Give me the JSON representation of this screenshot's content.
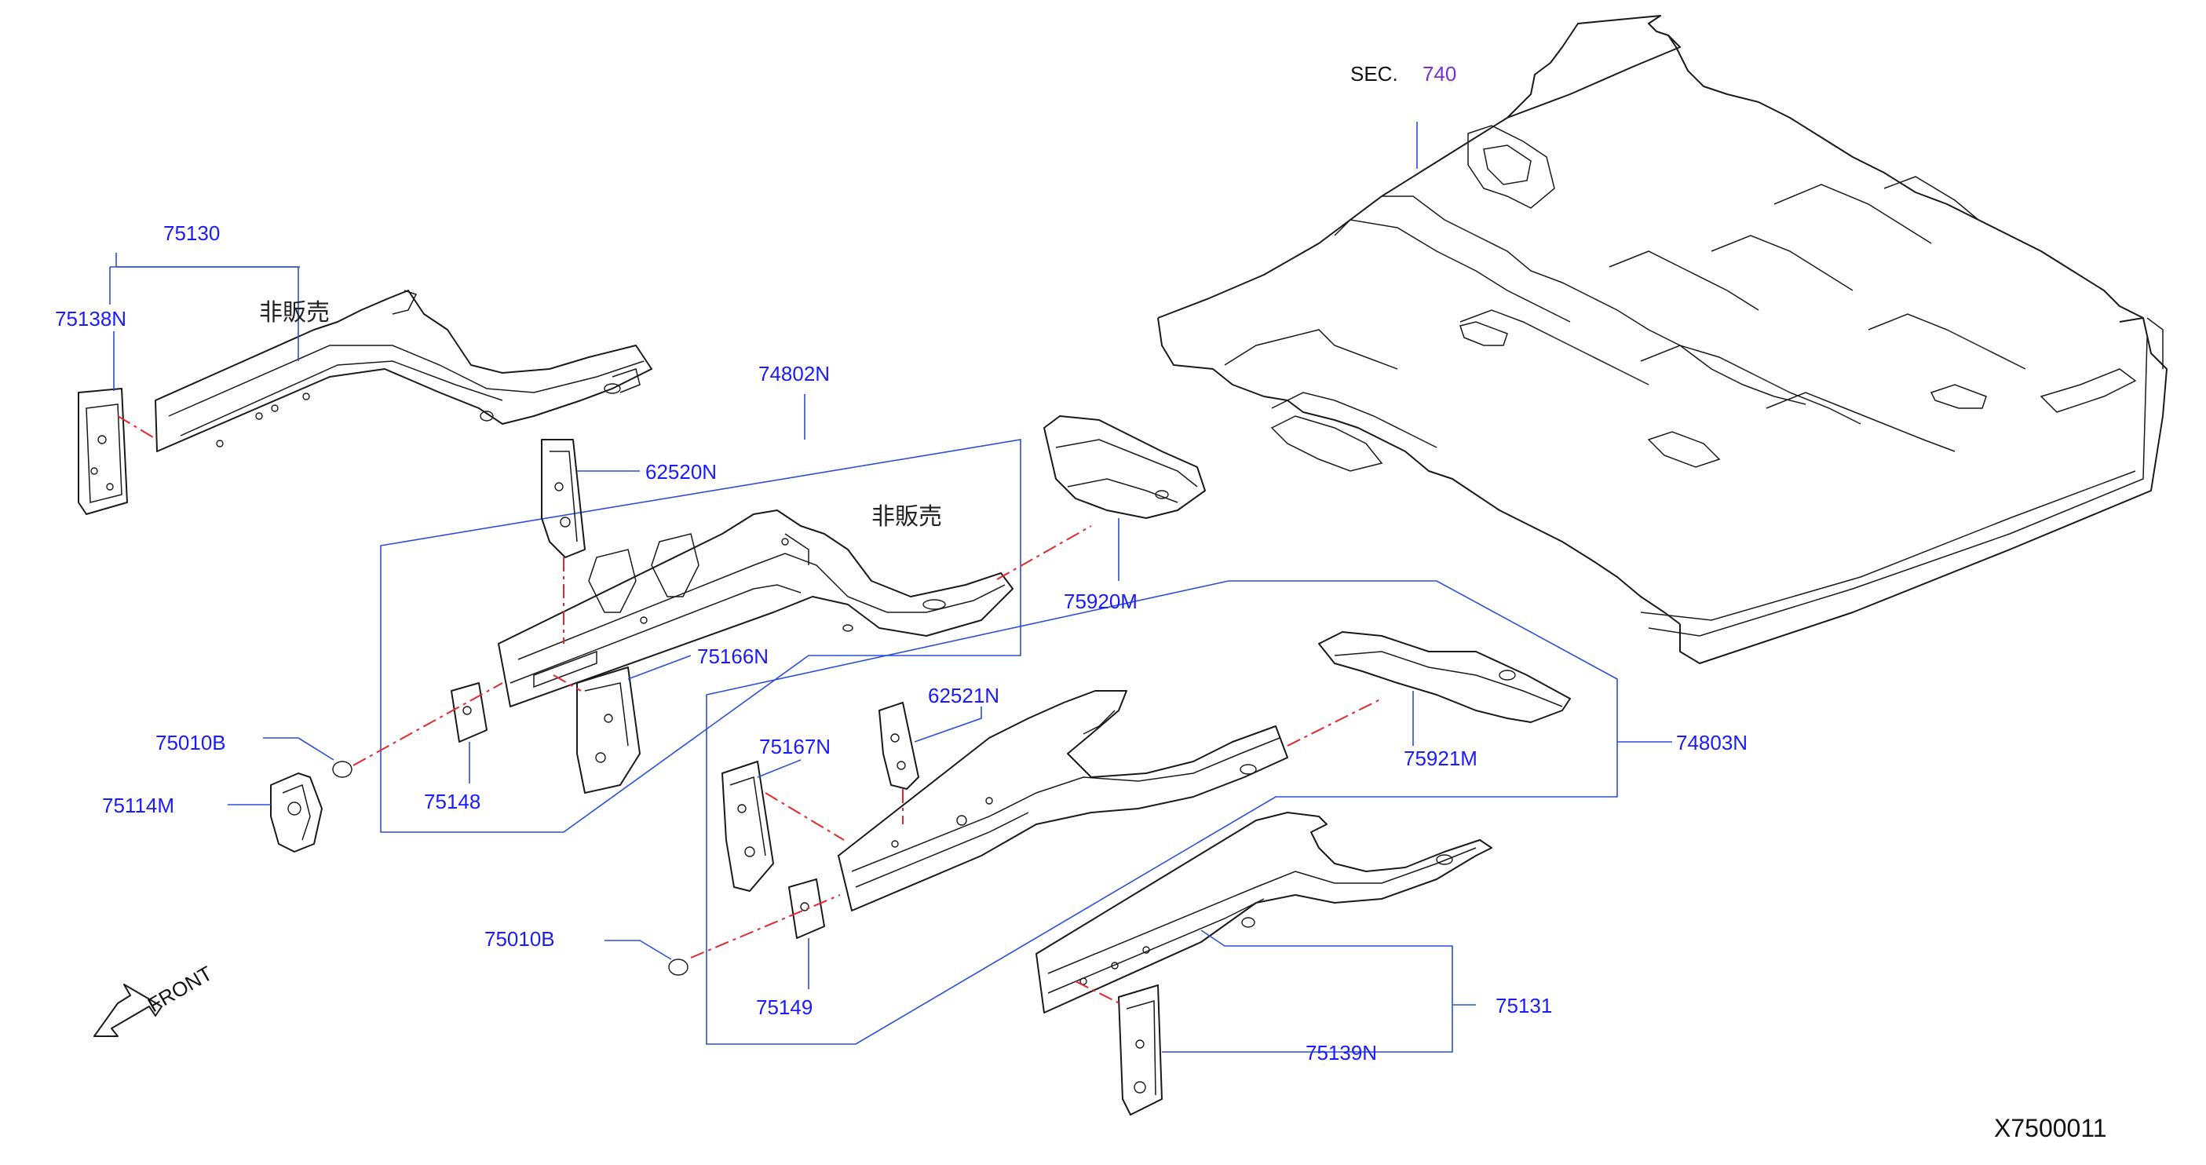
{
  "labels": {
    "sec_prefix": "SEC.",
    "sec_number": "740",
    "p75130": "75130",
    "p75138N": "75138N",
    "p74802N": "74802N",
    "p62520N": "62520N",
    "p75920M": "75920M",
    "p75166N": "75166N",
    "p75010B_a": "75010B",
    "p75114M": "75114M",
    "p75148": "75148",
    "p62521N": "62521N",
    "p75167N": "75167N",
    "p74803N": "74803N",
    "p75921M": "75921M",
    "p75010B_b": "75010B",
    "p75149": "75149",
    "p75131": "75131",
    "p75139N": "75139N",
    "not_sold_1": "非販売",
    "not_sold_2": "非販売",
    "front": "FRONT",
    "diagram_id": "X7500011"
  },
  "colors": {
    "label": "#1a1aff",
    "leader": "#2a4fd6",
    "centerline": "#e0282e",
    "section_ref": "#7a2fd6",
    "linework": "#1a1a1a"
  }
}
